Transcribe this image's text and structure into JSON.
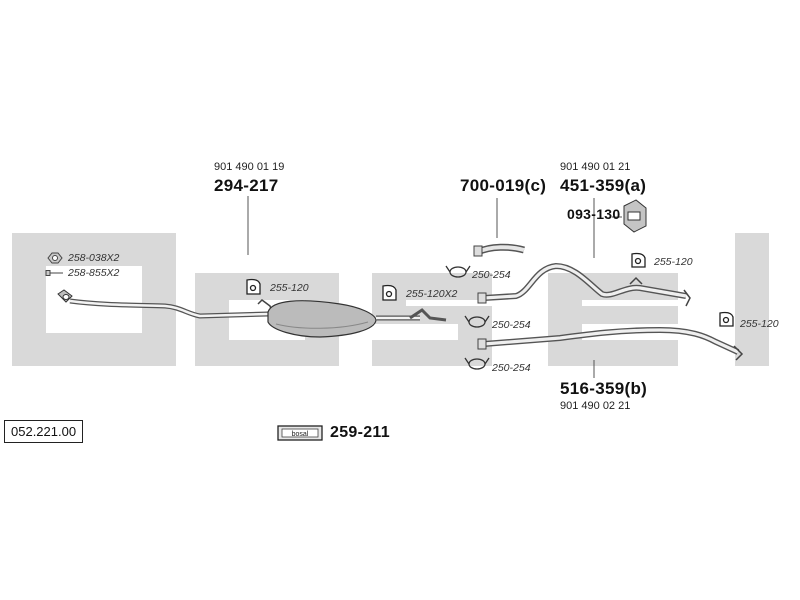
{
  "diagram_number": "052.221.00",
  "logo_text": "bosal",
  "brand_colors": {
    "watermark": "#d9d9d9",
    "line": "#555555",
    "part_fill": "#bdbdbd"
  },
  "parts": {
    "center_silencer": {
      "number": "294-217",
      "oe": "901 490 01 19"
    },
    "tail_pipe_c": {
      "number": "700-019(c)"
    },
    "tail_pipe_a": {
      "number": "451-359(a)",
      "oe": "901 490 01 21"
    },
    "rubber_mount": {
      "number": "093-130"
    },
    "tail_pipe_b": {
      "number": "516-359(b)",
      "oe": "901 490 02 21"
    },
    "fitting_kit": {
      "number": "259-211"
    }
  },
  "accessories": {
    "gasket": "258-038X2",
    "bolt": "258-855X2",
    "hanger_1": "255-120",
    "hanger_2": "255-120X2",
    "clamp_1": "250-254",
    "clamp_2": "250-254",
    "clamp_3": "250-254",
    "hanger_3": "255-120",
    "hanger_4": "255-120"
  }
}
